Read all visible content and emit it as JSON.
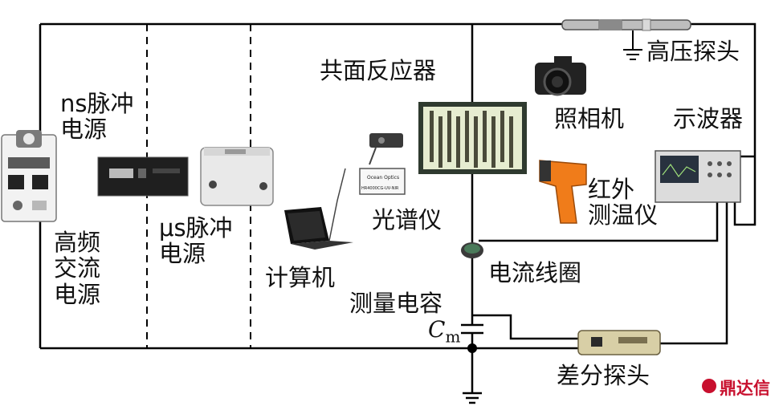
{
  "labels": {
    "hv_probe": "高压探头",
    "coplanar_reactor": "共面反应器",
    "ns_source": "ns脉冲\n电源",
    "camera": "照相机",
    "oscilloscope": "示波器",
    "us_source": "μs脉冲\n电源",
    "spectrometer": "光谱仪",
    "ir_thermometer": "红外\n测温仪",
    "hf_ac_source": "高频\n交流\n电源",
    "current_coil": "电流线圈",
    "computer": "计算机",
    "measure_cap": "测量电容",
    "cap_symbol": "C",
    "cap_subscript": "m",
    "diff_probe": "差分探头"
  },
  "device_text": {
    "spectrometer_model": "HR4000CG-UV-NIR",
    "spectrometer_brand": "Ocean Optics"
  },
  "watermark": "鼎达信"
}
